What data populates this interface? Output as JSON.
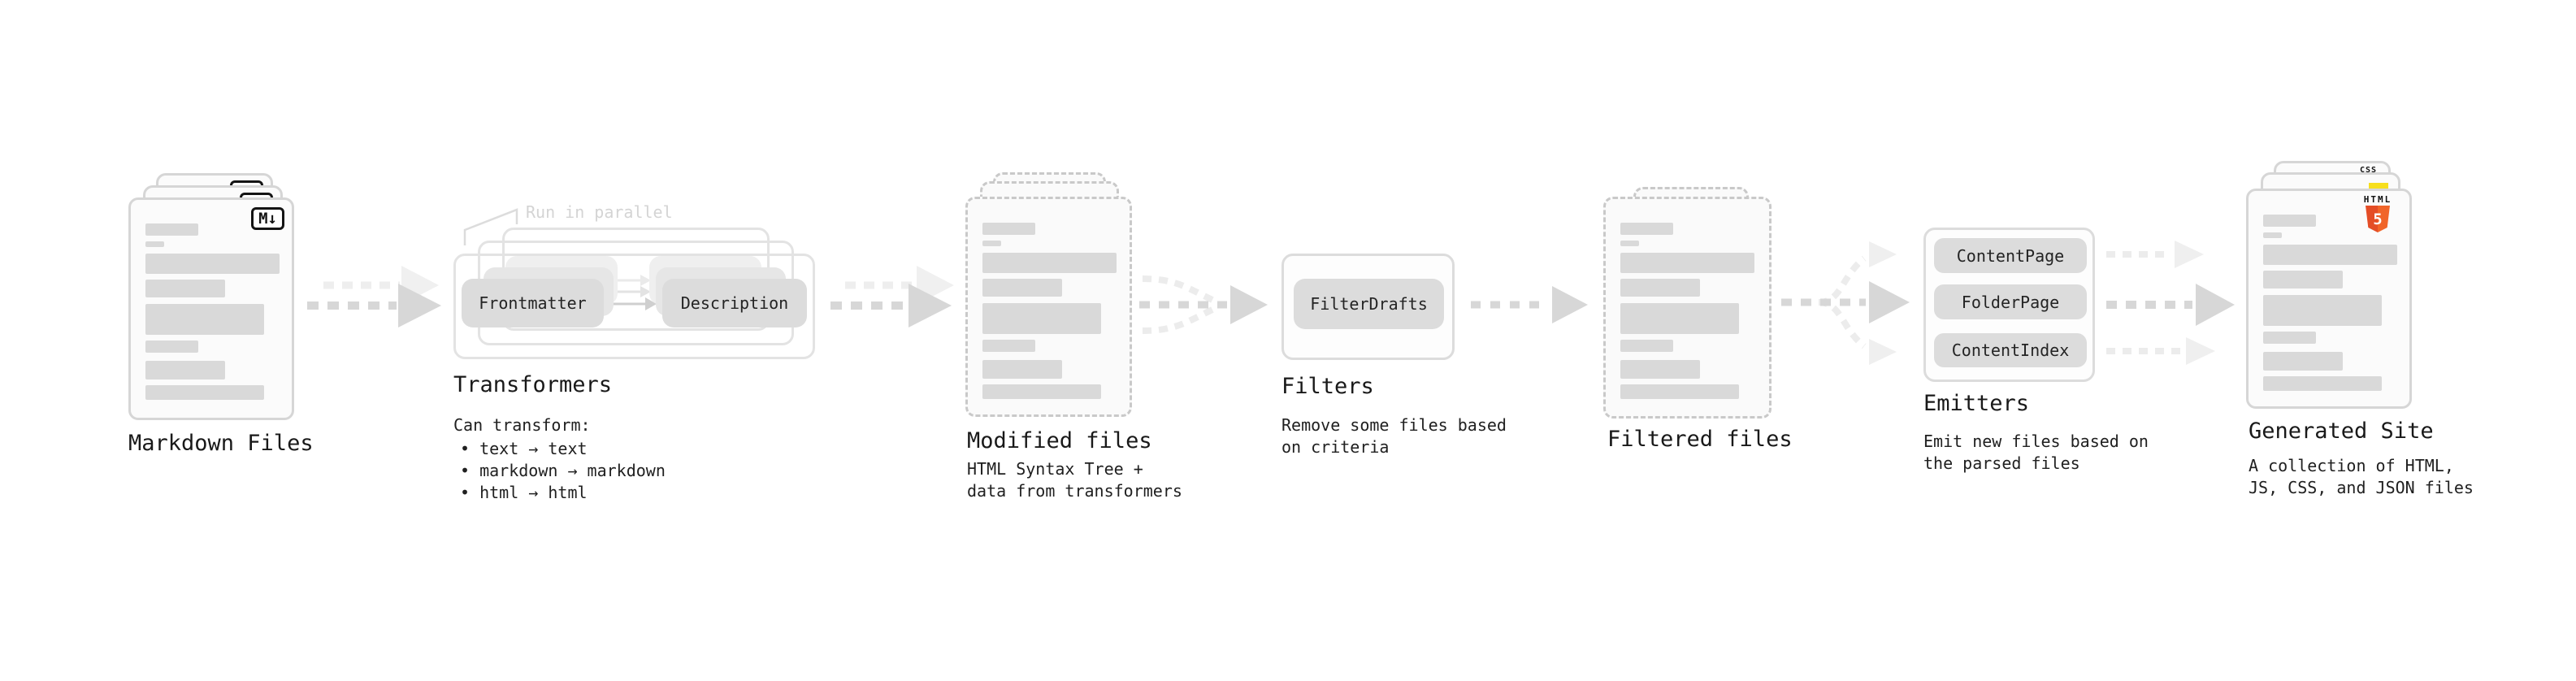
{
  "colors": {
    "html5_orange": "#e44d26",
    "js_yellow": "#f7df1e",
    "css_blue": "#2965f1",
    "arrow_gray": "#d7d7d7",
    "arrow_light_gray": "#ededed",
    "skeleton_gray": "#d9d9d9"
  },
  "stages": {
    "markdown_files": {
      "label": "Markdown Files",
      "badge": "M↓"
    },
    "transformers": {
      "label": "Transformers",
      "note": "Run in parallel",
      "chips": [
        "Frontmatter",
        "Description"
      ],
      "description_title": "Can transform:",
      "bullets": [
        "• text → text",
        "• markdown → markdown",
        "• html → html"
      ]
    },
    "modified_files": {
      "label": "Modified files",
      "description": "HTML Syntax Tree +\ndata from transformers"
    },
    "filters": {
      "label": "Filters",
      "chip": "FilterDrafts",
      "description": "Remove some files based\non criteria"
    },
    "filtered_files": {
      "label": "Filtered files"
    },
    "emitters": {
      "label": "Emitters",
      "chips": [
        "ContentPage",
        "FolderPage",
        "ContentIndex"
      ],
      "description": "Emit new files based on\nthe parsed files"
    },
    "generated_site": {
      "label": "Generated Site",
      "description": "A collection of HTML,\nJS, CSS, and JSON files",
      "badges": {
        "css": "CSS",
        "html_word": "HTML",
        "html_number": "5"
      }
    }
  }
}
